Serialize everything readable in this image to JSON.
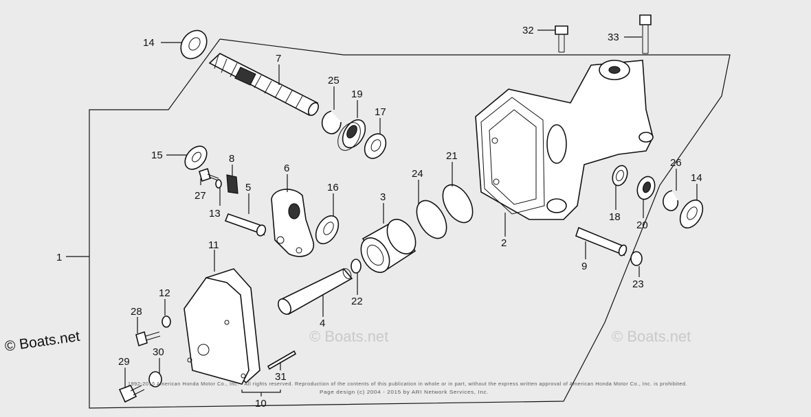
{
  "watermarks": {
    "left": "© Boats.net",
    "center": "© Boats.net",
    "right": "© Boats.net"
  },
  "footer": {
    "line1": "1992-2015 American Honda Motor Co., Inc. - All rights reserved. Reproduction of the contents of this publication in whole or in part, without the express written approval of American Honda Motor Co., Inc. is prohibited.",
    "line2": "Page design (c) 2004 - 2015 by ARI Network Services, Inc."
  },
  "callouts": {
    "c1": "1",
    "c2": "2",
    "c3": "3",
    "c4": "4",
    "c5": "5",
    "c6": "6",
    "c7": "7",
    "c8": "8",
    "c9": "9",
    "c10": "10",
    "c11": "11",
    "c12": "12",
    "c13": "13",
    "c14a": "14",
    "c14b": "14",
    "c15": "15",
    "c16": "16",
    "c17": "17",
    "c18": "18",
    "c19": "19",
    "c20": "20",
    "c21": "21",
    "c22": "22",
    "c23": "23",
    "c24": "24",
    "c25": "25",
    "c26": "26",
    "c27": "27",
    "c28": "28",
    "c29": "29",
    "c30": "30",
    "c31": "31",
    "c32": "32",
    "c33": "33"
  }
}
